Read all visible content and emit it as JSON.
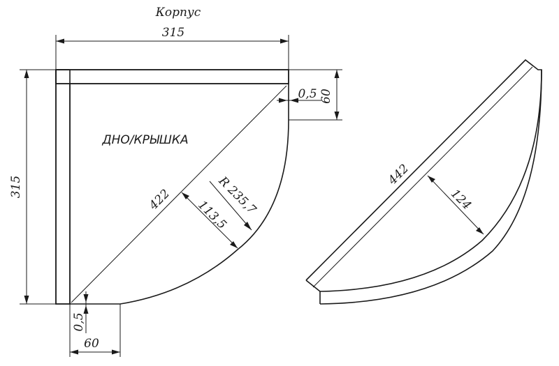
{
  "title": "Корпус",
  "part_label": "ДНО/КРЫШКА",
  "dimensions": {
    "top_width": "315",
    "left_height": "315",
    "right_offset": "0,5",
    "right_leg": "60",
    "bottom_offset": "0,5",
    "bottom_leg": "60",
    "diagonal": "422",
    "radius": "R 235,7",
    "sagitta": "113,5",
    "door_chord": "442",
    "door_depth": "124"
  }
}
